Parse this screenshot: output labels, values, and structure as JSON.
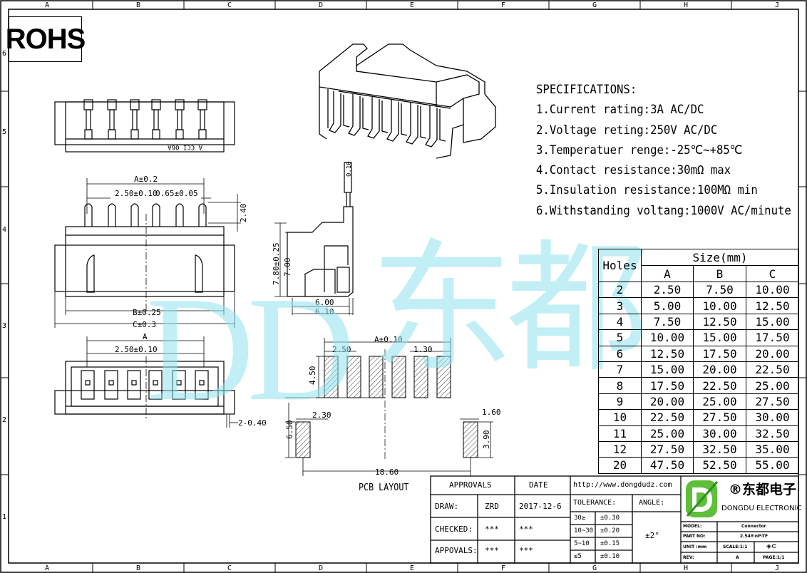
{
  "frame": {
    "columns": [
      "A",
      "B",
      "C",
      "D",
      "E",
      "F",
      "G",
      "H",
      "J"
    ],
    "rows": [
      "6",
      "5",
      "4",
      "3",
      "2",
      "1"
    ]
  },
  "rohs": "ROHS",
  "watermark": {
    "latin": "DD",
    "cn": "东都"
  },
  "views": {
    "top_view_text": "A   CCI  06A",
    "front_dims": {
      "a": "A±0.2",
      "pitch": "2.50±0.10",
      "pin_width": "0.65±0.05",
      "pin_height": "2.40",
      "b": "B±0.25",
      "c": "C±0.3"
    },
    "side_dims": {
      "overall": "7.80±0.25",
      "body": "7.00",
      "depth1": "6.00",
      "depth2": "6.10",
      "thickness": "0.10"
    },
    "bottom_dims": {
      "a": "A",
      "pitch": "2.50±0.10",
      "offset": "2-0.40"
    },
    "pcb_dims": {
      "a": "A±0.10",
      "pitch": "2.50",
      "pad_width": "1.30",
      "pad_height": "4.50",
      "mount_height": "6.50",
      "mount_width": "2.30",
      "mount_width2": "1.60",
      "mount_height2": "3.90",
      "span": "18.60"
    },
    "pcb_layout_label": "PCB LAYOUT"
  },
  "specifications": {
    "title": "SPECIFICATIONS:",
    "items": [
      "1.Current rating:3A AC/DC",
      "2.Voltage reting:250V AC/DC",
      "3.Temperatuer renge:-25℃~+85℃",
      "4.Contact resistance:30mΩ max",
      "5.Insulation resistance:100MΩ min",
      "6.Withstanding voltang:1000V AC/minute"
    ]
  },
  "size_table": {
    "header_holes": "Holes",
    "header_size": "Size(mm)",
    "columns": [
      "A",
      "B",
      "C"
    ],
    "rows": [
      [
        "2",
        "2.50",
        "7.50",
        "10.00"
      ],
      [
        "3",
        "5.00",
        "10.00",
        "12.50"
      ],
      [
        "4",
        "7.50",
        "12.50",
        "15.00"
      ],
      [
        "5",
        "10.00",
        "15.00",
        "17.50"
      ],
      [
        "6",
        "12.50",
        "17.50",
        "20.00"
      ],
      [
        "7",
        "15.00",
        "20.00",
        "22.50"
      ],
      [
        "8",
        "17.50",
        "22.50",
        "25.00"
      ],
      [
        "9",
        "20.00",
        "25.00",
        "27.50"
      ],
      [
        "10",
        "22.50",
        "27.50",
        "30.00"
      ],
      [
        "11",
        "25.00",
        "30.00",
        "32.50"
      ],
      [
        "12",
        "27.50",
        "32.50",
        "35.00"
      ],
      [
        "20",
        "47.50",
        "52.50",
        "55.00"
      ]
    ]
  },
  "title_block": {
    "approvals": "APPROVALS",
    "date": "DATE",
    "url": "http://www.dongdudz.com",
    "draw_label": "DRAW:",
    "draw_value": "ZRD",
    "draw_date": "2017-12-6",
    "checked_label": "CHECKED:",
    "checked_value": "***",
    "checked_date": "***",
    "appovals_label": "APPOVALS:",
    "appovals_value": "***",
    "appovals_date": "***",
    "tolerance_label": "TOLERANCE:",
    "angle_label": "ANGLE:",
    "angle_value": "±2°",
    "tolerances": [
      [
        "30≥",
        "±0.30"
      ],
      [
        "10~30",
        "±0.20"
      ],
      [
        "5~10",
        "±0.15"
      ],
      [
        "≤5",
        "±0.10"
      ]
    ],
    "company_cn": "®东都电子",
    "company_en": "DONGDU ELECTRONIC",
    "model_label": "MODEL:",
    "model_value": "Connector",
    "part_label": "PART NO:",
    "part_value": "2.54Y-nP-TF",
    "unit_label": "UNIT :mm",
    "scale_label": "SCALE:1:1",
    "rev_label": "REV:",
    "rev_value": "A",
    "page_label": "PAGE:1/1"
  }
}
